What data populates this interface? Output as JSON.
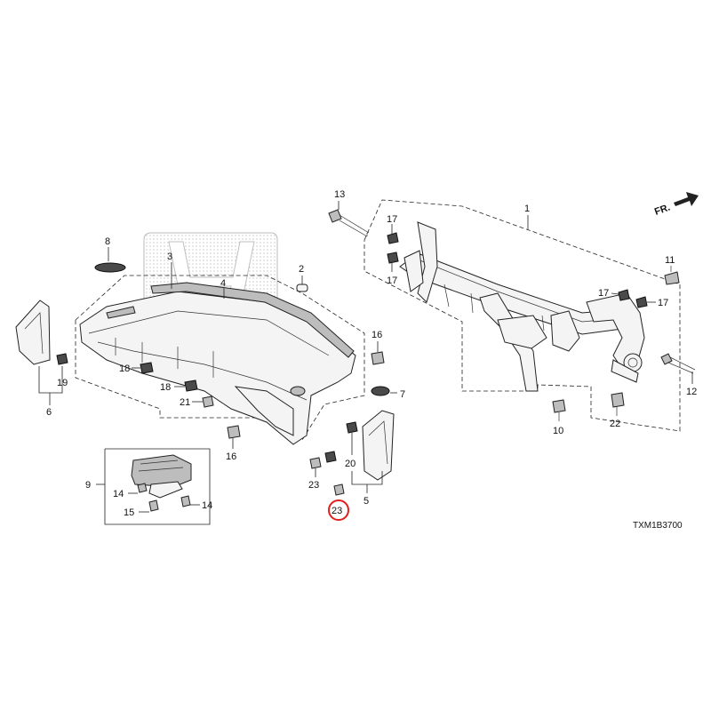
{
  "front_indicator": "FR.",
  "reference_code": "TXM1B3700",
  "highlighted_callout": "23",
  "accent_color": "#e0201c",
  "callouts": {
    "c1": "1",
    "c2": "2",
    "c3": "3",
    "c4": "4",
    "c5": "5",
    "c6": "6",
    "c7": "7",
    "c8": "8",
    "c9": "9",
    "c10": "10",
    "c11": "11",
    "c12": "12",
    "c13": "13",
    "c14a": "14",
    "c14b": "14",
    "c15": "15",
    "c16a": "16",
    "c16b": "16",
    "c17a": "17",
    "c17b": "17",
    "c17c": "17",
    "c17d": "17",
    "c18a": "18",
    "c18b": "18",
    "c19": "19",
    "c20": "20",
    "c21": "21",
    "c22": "22",
    "c23a": "23",
    "c23b": "23"
  },
  "icons": [
    "honda-logo-watermark",
    "front-direction-arrow"
  ]
}
